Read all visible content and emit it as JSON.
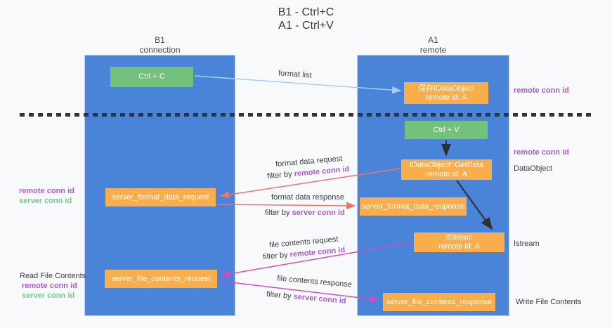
{
  "title": {
    "line1": "B1 - Ctrl+C",
    "line2": "A1 - Ctrl+V"
  },
  "lanes": {
    "left": {
      "name": "B1",
      "role": "connection"
    },
    "right": {
      "name": "A1",
      "role": "remote"
    }
  },
  "boxes": {
    "ctrl_c": "Ctrl + C",
    "ctrl_v": "Ctrl + V",
    "save_idataobject": {
      "line1": "保存IDataObject",
      "line2": "remote id: A"
    },
    "getdata": {
      "line1": "IDataObject::GetData",
      "line2": "remote id: A"
    },
    "istream": {
      "line1": "IStream",
      "line2": "remote id: A"
    },
    "format_request": "server_format_data_request",
    "format_response": "server_format_data_response",
    "file_request": "server_file_contents_request",
    "file_response": "server_file_contents_response"
  },
  "arrow_labels": {
    "format_list": "format list",
    "format_request_line1": "format data request",
    "format_request_filter_prefix": "filter by ",
    "format_request_filter_id": "remote conn id",
    "format_response_line1": "format data response",
    "format_response_filter_prefix": "filter by ",
    "format_response_filter_id": "server conn id",
    "file_request_line1": "file contents request",
    "file_request_filter_prefix": "filter by ",
    "file_request_filter_id": "remote conn id",
    "file_response_line1": "file contents response",
    "file_response_filter_prefix": "filter by ",
    "file_response_filter_id": "server conn id"
  },
  "side_labels": {
    "right_remote_conn_id_top": "remote conn id",
    "right_remote_conn_id_mid": "remote conn id",
    "dataobject": "DataObject",
    "istream": "Istream",
    "write_file_contents": "Write File Contents",
    "left_remote_conn_id_mid": "remote conn id",
    "left_server_conn_id_mid": "server conn id",
    "read_file_contents": "Read File Contents",
    "left_remote_conn_id_bottom": "remote conn id",
    "left_server_conn_id_bottom": "server conn id"
  },
  "colors": {
    "lane_blue": "#4a84d8",
    "box_orange": "#f9ae4b",
    "box_green": "#73c17b",
    "text_dark": "#3b3b3b",
    "purple": "#ab5dc8",
    "green": "#7ac88b",
    "arrow_blue": "#a5cff0",
    "arrow_red": "#ee7470",
    "arrow_magenta": "#cd4ec5",
    "arrow_black": "#2f2f2f"
  }
}
